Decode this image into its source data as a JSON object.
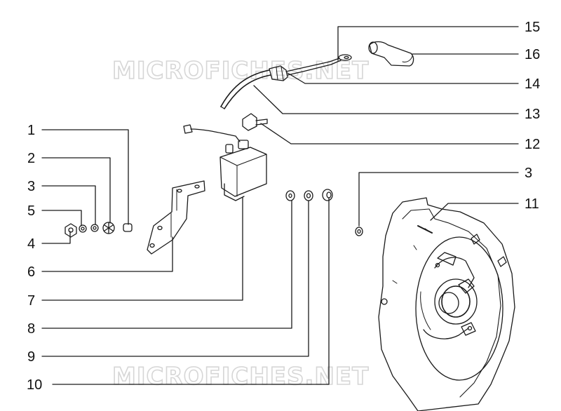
{
  "watermark": "MICROFICHES.NET",
  "callouts": {
    "c1": "1",
    "c2": "2",
    "c3a": "3",
    "c5": "5",
    "c4": "4",
    "c6": "6",
    "c7": "7",
    "c8": "8",
    "c9": "9",
    "c10": "10",
    "c15": "15",
    "c16": "16",
    "c14": "14",
    "c13": "13",
    "c12": "12",
    "c3b": "3",
    "c11": "11"
  },
  "colors": {
    "ink": "#1a1a1a",
    "watermark": "#d6d6d6"
  }
}
